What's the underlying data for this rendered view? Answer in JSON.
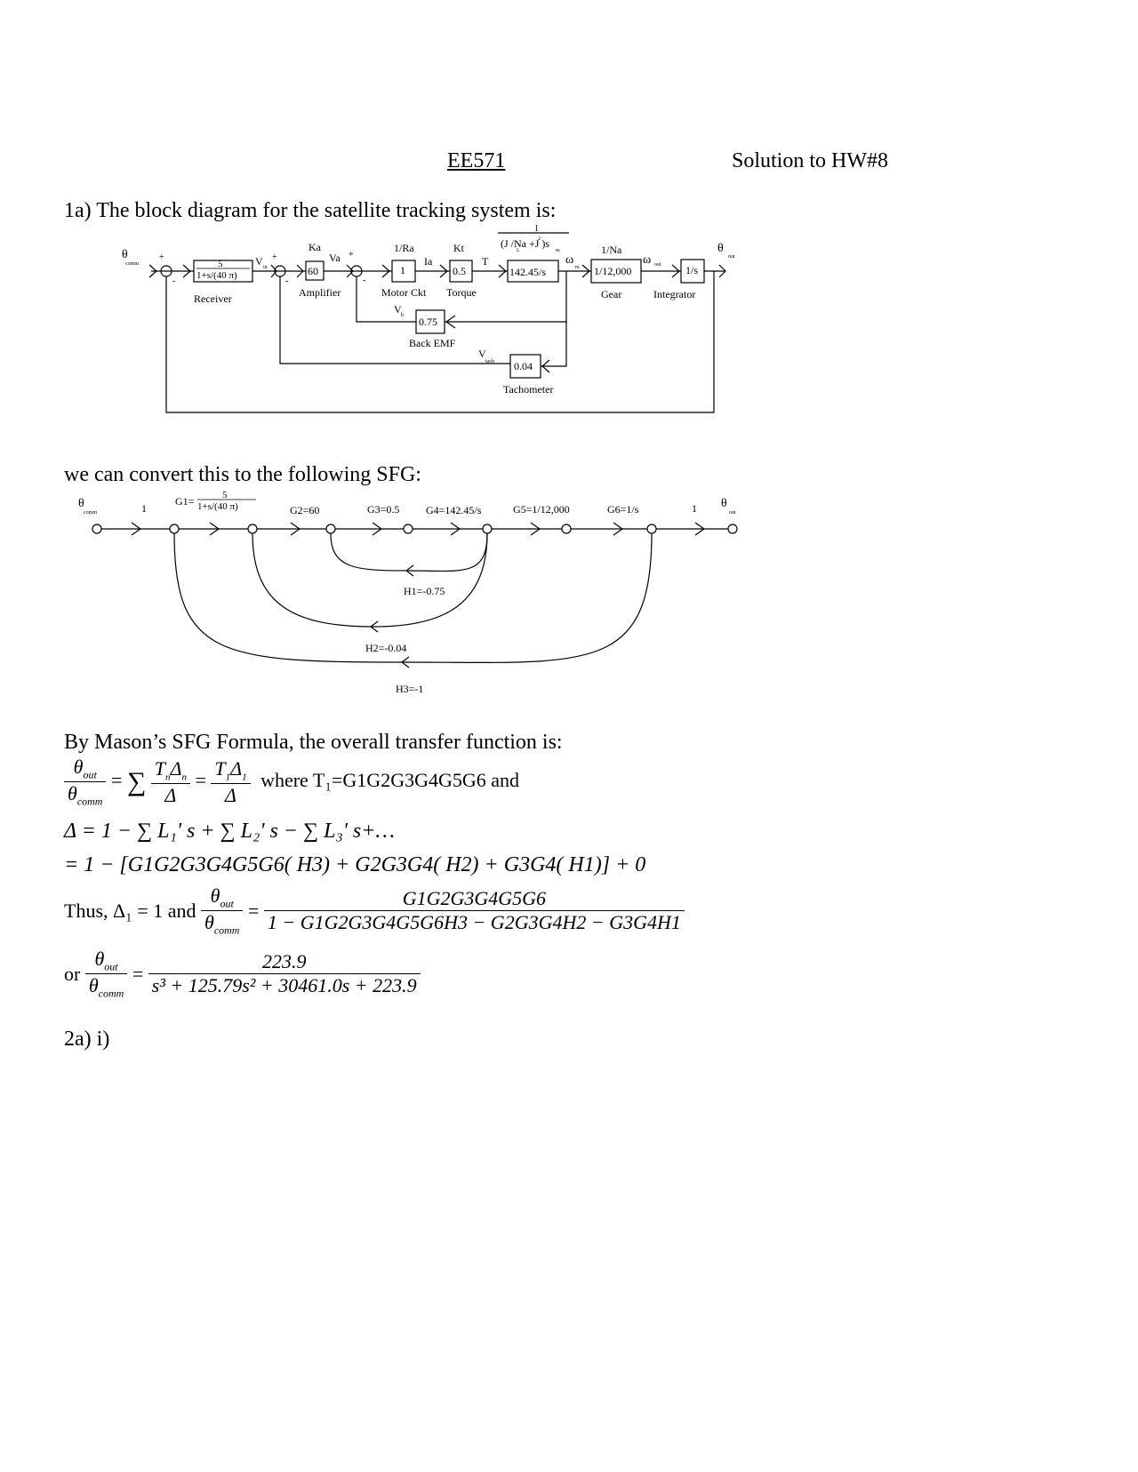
{
  "header": {
    "course": "EE571",
    "title": "Solution to HW#8"
  },
  "q1a": {
    "intro": "1a) The block diagram for the satellite tracking system is:"
  },
  "block_diagram": {
    "input": "θ",
    "input_sub": "comm",
    "output": "θ",
    "output_sub": "out",
    "plus": "+",
    "minus": "-",
    "receiver_num": "5",
    "receiver_den": "1+s/(40 π)",
    "receiver_label": "Receiver",
    "vin": "V",
    "vin_sub": "in",
    "ka": "Ka",
    "amp_gain": "60",
    "amp_label": "Amplifier",
    "va": "Va",
    "ra": "1/Ra",
    "motor_gain": "1",
    "motor_label": "Motor Ckt",
    "ia": "Ia",
    "kt": "Kt",
    "torque_gain": "0.5",
    "torque_label": "Torque",
    "t": "T",
    "load_top": "1",
    "load_den": "(J /Na +J )s",
    "load_sub_l": "L",
    "load_sup_2": "2",
    "load_sub_m": "m",
    "load_gain": "142.45/s",
    "wm": "ω",
    "wm_sub": "m",
    "na": "1/Na",
    "gear_gain": "1/12,000",
    "gear_label": "Gear",
    "wout": "ω",
    "wout_sub": "out",
    "int_gain": "1/s",
    "int_label": "Integrator",
    "vb": "V",
    "vb_sub": "b",
    "emf_gain": "0.75",
    "emf_label": "Back EMF",
    "vtach": "V",
    "vtach_sub": "tach",
    "tach_gain": "0.04",
    "tach_label": "Tachometer"
  },
  "sfg_intro": "we can convert this to the following SFG:",
  "sfg": {
    "in": "θ",
    "in_sub": "comm",
    "out": "θ",
    "out_sub": "out",
    "one_a": "1",
    "one_b": "1",
    "g1": "G1=",
    "g1_num": "5",
    "g1_den": "1+s/(40 π)",
    "g2": "G2=60",
    "g3": "G3=0.5",
    "g4": "G4=142.45/s",
    "g5": "G5=1/12,000",
    "g6": "G6=1/s",
    "h1": "H1=-0.75",
    "h2": "H2=-0.04",
    "h3": "H3=-1"
  },
  "mason": {
    "intro": "By Mason’s SFG Formula, the overall transfer function is:",
    "theta": "θ",
    "out": "out",
    "comm": "comm",
    "eq1": "=",
    "sum": "∑",
    "tn": "T",
    "n": "n",
    "delta": "Δ",
    "t1": "T",
    "one": "1",
    "where": "where T₁=G1G2G3G4G5G6 and",
    "delta_line": "Δ = 1 − ∑ L₁' s + ∑ L₂' s − ∑ L₃' s+…",
    "expand_line": "= 1 − [G1G2G3G4G5G6( H3) + G2G3G4( H2) + G3G4( H1)] + 0",
    "thus": "Thus,  Δ₁ = 1  and",
    "tf_num": "G1G2G3G4G5G6",
    "tf_den": "1 − G1G2G3G4G5G6H3 − G2G3G4H2 − G3G4H1",
    "or": "or",
    "final_num": "223.9",
    "final_den": "s³ + 125.79s² + 30461.0s + 223.9"
  },
  "q2a": "2a) i)"
}
